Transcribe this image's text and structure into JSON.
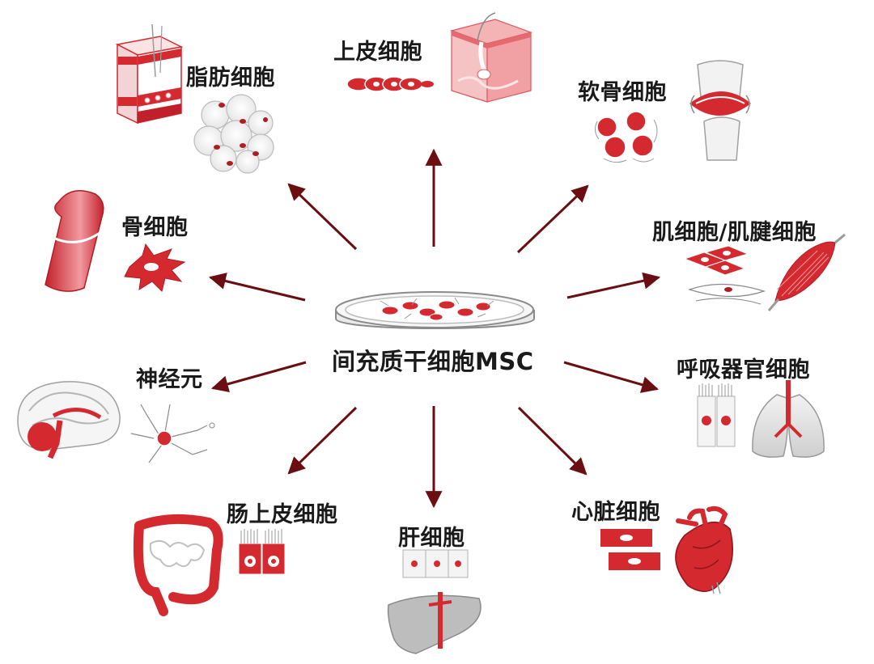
{
  "center": {
    "label": "间充质干细胞MSC"
  },
  "targets": [
    {
      "id": "adipocyte",
      "label": "脂肪细胞"
    },
    {
      "id": "epithelial",
      "label": "上皮细胞"
    },
    {
      "id": "chondrocyte",
      "label": "软骨细胞"
    },
    {
      "id": "osteocyte",
      "label": "骨细胞"
    },
    {
      "id": "muscle",
      "label": "肌细胞/肌腱细胞"
    },
    {
      "id": "neuron",
      "label": "神经元"
    },
    {
      "id": "respiratory",
      "label": "呼吸器官细胞"
    },
    {
      "id": "intestinal",
      "label": "肠上皮细胞"
    },
    {
      "id": "hepatocyte",
      "label": "肝细胞"
    },
    {
      "id": "cardiomyocyte",
      "label": "心脏细胞"
    }
  ],
  "colors": {
    "accent": "#d42a2f",
    "arrow": "#6b0e12",
    "text": "#1a1a1a"
  }
}
